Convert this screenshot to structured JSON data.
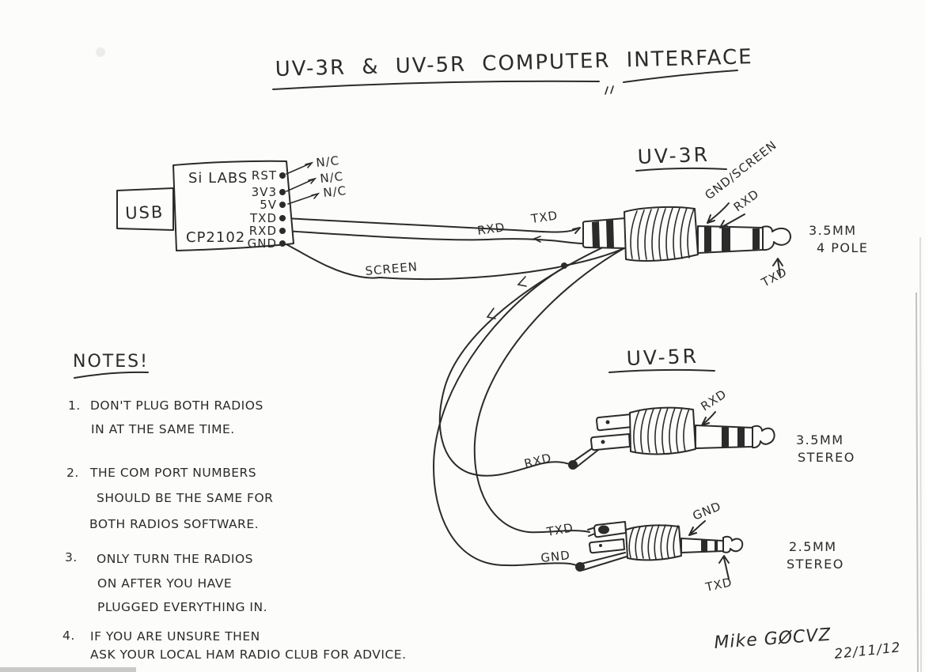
{
  "title": {
    "text": "UV-3R & UV-5R COMPUTER INTERFACE"
  },
  "adapter": {
    "usb_label": "USB",
    "chip_brand": "Si LABS",
    "chip_model": "CP2102",
    "pins": [
      "RST",
      "3V3",
      "5V",
      "TXD",
      "RXD",
      "GND"
    ],
    "nc": [
      "N/C",
      "N/C",
      "N/C"
    ]
  },
  "cable_labels": {
    "txd": "TXD",
    "rxd": "RXD",
    "screen": "SCREEN"
  },
  "uv3r": {
    "heading": "UV-3R",
    "gnd_screen_label": "GND/SCREEN",
    "rxd_label": "RXD",
    "txd_label": "TXD",
    "plug_size": "3.5MM",
    "plug_type": "4 POLE"
  },
  "uv5r": {
    "heading": "UV-5R",
    "stereo35": {
      "wire_label": "RXD",
      "ring_label": "RXD",
      "size": "3.5MM",
      "type": "STEREO"
    },
    "stereo25": {
      "wire_txd": "TXD",
      "wire_gnd": "GND",
      "sleeve_label": "GND",
      "tip_label": "TXD",
      "size": "2.5MM",
      "type": "STEREO"
    }
  },
  "notes": {
    "heading": "NOTES!",
    "items": [
      {
        "num": "1.",
        "lines": [
          "DON'T PLUG BOTH RADIOS",
          "IN AT THE SAME TIME."
        ]
      },
      {
        "num": "2.",
        "lines": [
          "THE COM PORT NUMBERS",
          "SHOULD BE THE SAME FOR",
          "BOTH RADIOS SOFTWARE."
        ]
      },
      {
        "num": "3.",
        "lines": [
          "ONLY TURN THE RADIOS",
          "ON AFTER YOU HAVE",
          "PLUGGED EVERYTHING IN."
        ]
      },
      {
        "num": "4.",
        "lines": [
          "IF YOU ARE UNSURE THEN",
          "ASK YOUR LOCAL HAM RADIO CLUB FOR ADVICE."
        ]
      }
    ]
  },
  "signature": {
    "name": "Mike GØCVZ",
    "date": "22/11/12"
  },
  "ink_color": "#2b2b2b",
  "paper_color": "#fcfcfa"
}
